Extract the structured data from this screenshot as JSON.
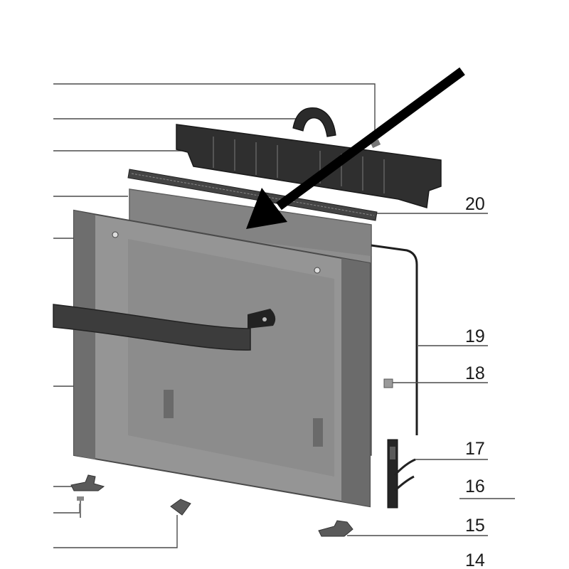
{
  "diagram": {
    "part_labels": {
      "p20": "20",
      "p19": "19",
      "p18": "18",
      "p17": "17",
      "p16": "16",
      "p15": "15",
      "p14": "14"
    },
    "colors": {
      "glass": "#8e8e8e",
      "glass_dark": "#7a7a7a",
      "frame": "#5e5e5e",
      "part_dark": "#2e2e2e",
      "leader": "#4a4a4a",
      "arrow": "#000000"
    }
  }
}
